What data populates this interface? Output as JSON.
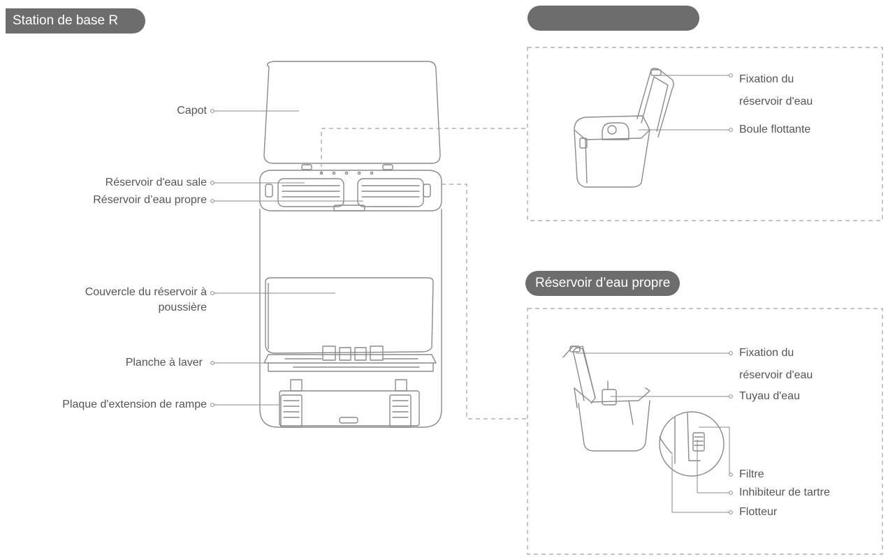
{
  "sections": {
    "base_station": {
      "title": "Station de base R"
    },
    "dirty_tank": {
      "title": ""
    },
    "clean_tank": {
      "title": "Réservoir d’eau propre"
    }
  },
  "labels": {
    "capot": "Capot",
    "dirty_tank": "Réservoir d'eau sale",
    "clean_tank": "Réservoir d’eau propre",
    "dust_cover_line1": "Couvercle du réservoir à",
    "dust_cover_line2": "poussière",
    "wash_board": "Planche à laver",
    "ramp": "Plaque d'extension de rampe",
    "dirty_fix_line1": "Fixation du",
    "dirty_fix_line2": "réservoir d'eau",
    "float_ball": "Boule flottante",
    "clean_fix_line1": "Fixation du",
    "clean_fix_line2": "réservoir d'eau",
    "water_pipe": "Tuyau d'eau",
    "filter": "Filtre",
    "scale_inhibitor": "Inhibiteur de tartre",
    "floater": "Flotteur"
  },
  "colors": {
    "pill_bg": "#6d6d6d",
    "line": "#8a8a8a",
    "dashed": "#a0a0a0",
    "text": "#555555"
  }
}
